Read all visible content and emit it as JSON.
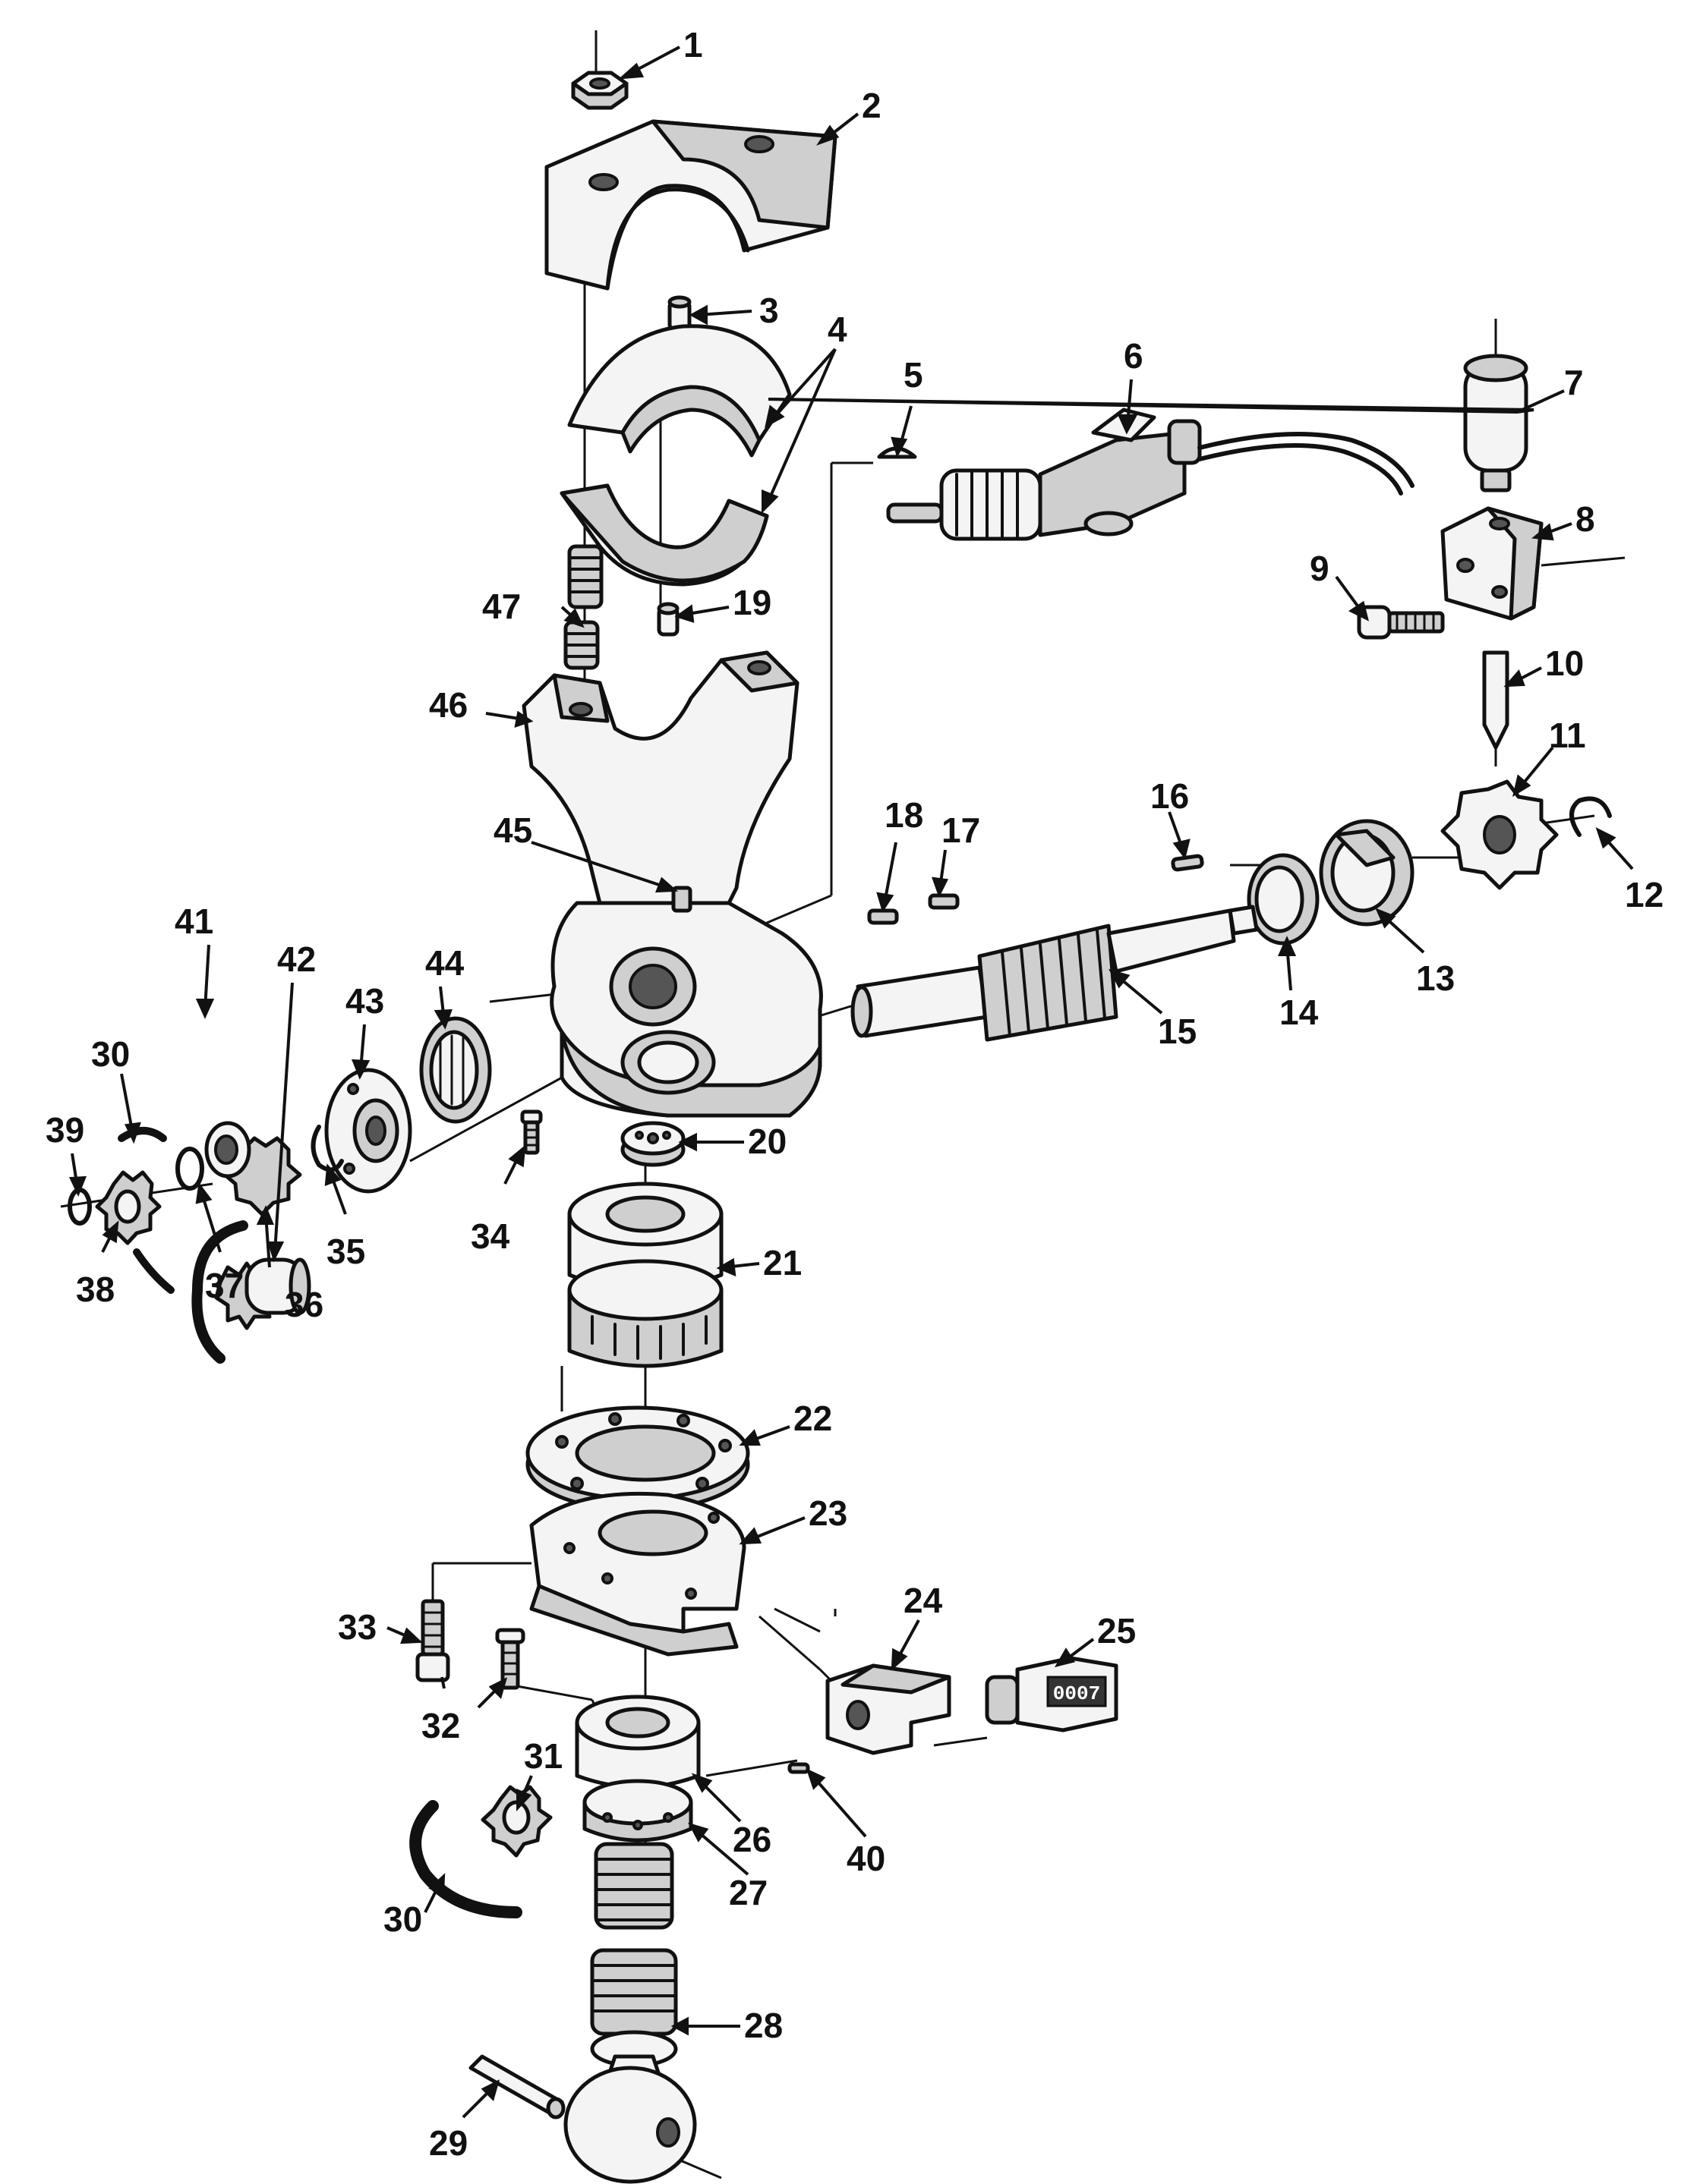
{
  "labels": {
    "l1": "1",
    "l2": "2",
    "l3": "3",
    "l4": "4",
    "l5": "5",
    "l6": "6",
    "l7": "7",
    "l8": "8",
    "l9": "9",
    "l10": "10",
    "l11": "11",
    "l12": "12",
    "l13": "13",
    "l14": "14",
    "l15": "15",
    "l16": "16",
    "l17": "17",
    "l18": "18",
    "l19": "19",
    "l20": "20",
    "l21": "21",
    "l22": "22",
    "l23": "23",
    "l24": "24",
    "l25": "25",
    "l26": "26",
    "l27": "27",
    "l28": "28",
    "l29": "29",
    "l30a": "30",
    "l30b": "30",
    "l31": "31",
    "l32": "32",
    "l33": "33",
    "l34": "34",
    "l35": "35",
    "l36": "36",
    "l37": "37",
    "l38": "38",
    "l39": "39",
    "l40": "40",
    "l41": "41",
    "l42": "42",
    "l43": "43",
    "l44": "44",
    "l45": "45",
    "l46": "46",
    "l47": "47"
  },
  "counter": {
    "readout": "0007"
  }
}
